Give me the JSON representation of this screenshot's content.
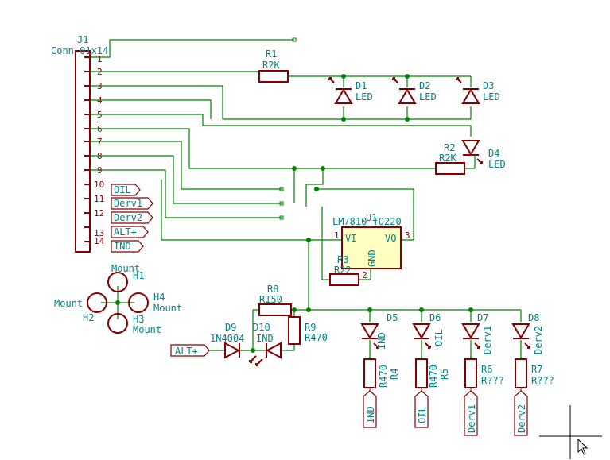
{
  "j1": {
    "ref": "J1",
    "value": "Conn_01x14",
    "pins": [
      "1",
      "2",
      "3",
      "4",
      "5",
      "6",
      "7",
      "8",
      "9",
      "10",
      "11",
      "12",
      "13",
      "14"
    ]
  },
  "connector_labels": [
    "OIL",
    "Derv1",
    "Derv2",
    "ALT+",
    "IND"
  ],
  "r1": {
    "ref": "R1",
    "value": "R2K"
  },
  "r2": {
    "ref": "R2",
    "value": "R2K"
  },
  "r3": {
    "ref": "R3",
    "value": "R22",
    "pin": "2"
  },
  "r4": {
    "ref": "R4",
    "value": "R470"
  },
  "r5": {
    "ref": "R5",
    "value": "R470"
  },
  "r6": {
    "ref": "R6",
    "value": "R???"
  },
  "r7": {
    "ref": "R7",
    "value": "R???"
  },
  "r8": {
    "ref": "R8",
    "value": "R150"
  },
  "r9": {
    "ref": "R9",
    "value": "R470"
  },
  "d1": {
    "ref": "D1",
    "value": "LED"
  },
  "d2": {
    "ref": "D2",
    "value": "LED"
  },
  "d3": {
    "ref": "D3",
    "value": "LED"
  },
  "d4": {
    "ref": "D4",
    "value": "LED"
  },
  "d5": {
    "ref": "D5",
    "value": "IND"
  },
  "d6": {
    "ref": "D6",
    "value": "OIL"
  },
  "d7": {
    "ref": "D7",
    "value": "Derv1"
  },
  "d8": {
    "ref": "D8",
    "value": "Derv2"
  },
  "d9": {
    "ref": "D9",
    "value": "1N4004"
  },
  "d10": {
    "ref": "D10",
    "value": "IND"
  },
  "u1": {
    "ref": "U1",
    "value": "LM7810_TO220",
    "vi": "VI",
    "vo": "VO",
    "gnd": "GND",
    "pin_vi": "1",
    "pin_vo": "3"
  },
  "mounts": {
    "h1": {
      "ref": "H1",
      "value": "Mount"
    },
    "h2": {
      "ref": "H2",
      "value": "Mount"
    },
    "h3": {
      "ref": "H3",
      "value": "Mount"
    },
    "h4": {
      "ref": "H4",
      "value": "Mount"
    }
  },
  "alt_label": "ALT+",
  "bottom_labels": [
    "IND",
    "OIL",
    "Derv1",
    "Derv2"
  ],
  "colors": {
    "wire": "#008400",
    "component": "#840000",
    "text": "#008484",
    "ic_fill": "#ffffc2"
  }
}
